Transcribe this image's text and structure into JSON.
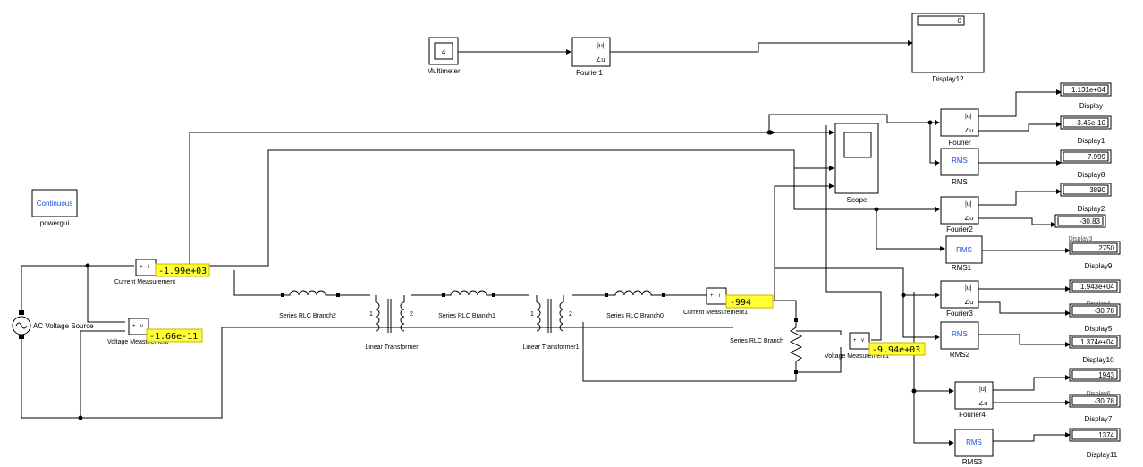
{
  "blocks": {
    "powergui": {
      "label": "powergui",
      "mode": "Continuous"
    },
    "multimeter": {
      "label": "Multimeter",
      "value": "4"
    },
    "fourier1": {
      "label": "Fourier1",
      "u_label": "|u|",
      "angle_label": "∠u"
    },
    "display12": {
      "label": "Display12",
      "value": "0"
    },
    "fourier": {
      "label": "Fourier",
      "u_label": "|u|",
      "angle_label": "∠u"
    },
    "fourier2": {
      "label": "Fourier2",
      "u_label": "|u|",
      "angle_label": "∠u"
    },
    "fourier3": {
      "label": "Fourier3",
      "u_label": "|u|",
      "angle_label": "∠u"
    },
    "fourier4": {
      "label": "Fourier4",
      "u_label": "|u|",
      "angle_label": "∠u"
    },
    "rms": {
      "label": "RMS",
      "text": "RMS"
    },
    "rms1": {
      "label": "RMS1",
      "text": "RMS"
    },
    "rms2": {
      "label": "RMS2",
      "text": "RMS"
    },
    "rms3": {
      "label": "RMS3",
      "text": "RMS"
    },
    "scope": {
      "label": "Scope"
    },
    "display": {
      "label": "Display",
      "value": "1.131e+04"
    },
    "display1": {
      "label": "Display1",
      "value": "-3.45e-10"
    },
    "display8": {
      "label": "Display8",
      "value": "7.999"
    },
    "display2": {
      "label": "Display2",
      "value": "3890"
    },
    "display3": {
      "label": "Display3",
      "value": "-30.83"
    },
    "display9": {
      "label": "Display9",
      "value": "2750"
    },
    "display4": {
      "label": "Display4",
      "value": "1.943e+04"
    },
    "display5": {
      "label": "Display5",
      "value": "-30.78"
    },
    "display10": {
      "label": "Display10",
      "value": "1.374e+04"
    },
    "display6": {
      "label": "Display6",
      "value": "1943"
    },
    "display7": {
      "label": "Display7",
      "value": "-30.78"
    },
    "display11": {
      "label": "Display11",
      "value": "1374"
    },
    "ac_source": {
      "label": "AC Voltage Source"
    },
    "current_measurement": {
      "label": "Current Measurement",
      "readout": "-1.99e+03"
    },
    "voltage_measurement": {
      "label": "Voltage Measurement",
      "readout": "-1.66e-11"
    },
    "current_measurement1": {
      "label": "Current Measurement1",
      "readout": "-994"
    },
    "voltage_measurement1": {
      "label": "Voltage Measurement1",
      "readout": "-9.94e+03"
    },
    "rlc_branch2": {
      "label": "Series RLC Branch2"
    },
    "rlc_branch1": {
      "label": "Series RLC Branch1"
    },
    "rlc_branch0": {
      "label": "Series RLC Branch0"
    },
    "rlc_branch": {
      "label": "Series RLC Branch"
    },
    "transformer": {
      "label": "Linear Transformer",
      "w1": "1",
      "w2": "2"
    },
    "transformer1": {
      "label": "Linear Transformer1",
      "w1": "1",
      "w2": "2"
    }
  },
  "colors": {
    "wire": "#000000",
    "block_border": "#000000",
    "readout_bg": "#ffff33",
    "rms_text": "#1f4fd8",
    "port": "#e03b2a"
  }
}
